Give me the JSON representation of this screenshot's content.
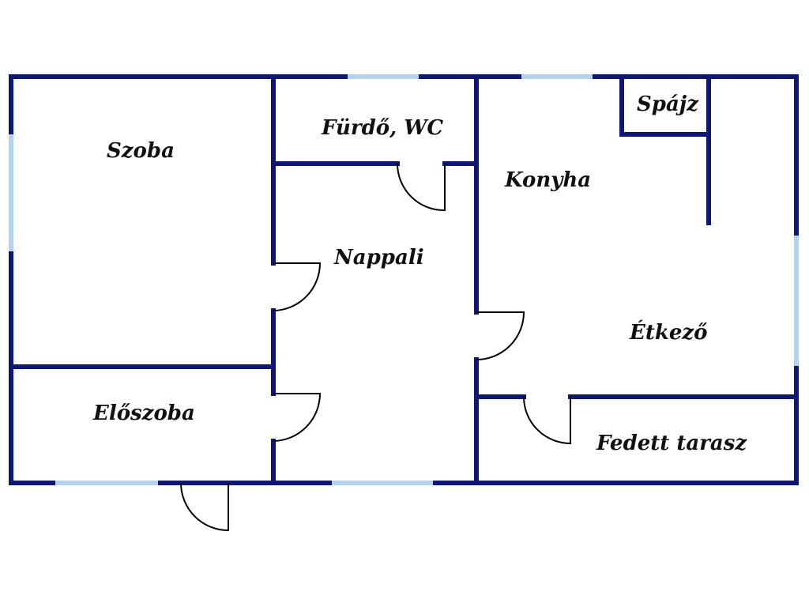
{
  "plan": {
    "wall_color": "#0e1873",
    "window_color": "#b4d2ee",
    "rooms": {
      "szoba": "Szoba",
      "furdo": "Fürdő, WC",
      "spajz": "Spájz",
      "konyha": "Konyha",
      "nappali": "Nappali",
      "etkezo": "Étkező",
      "eloszoba": "Előszoba",
      "terasz": "Fedett tarasz"
    }
  }
}
